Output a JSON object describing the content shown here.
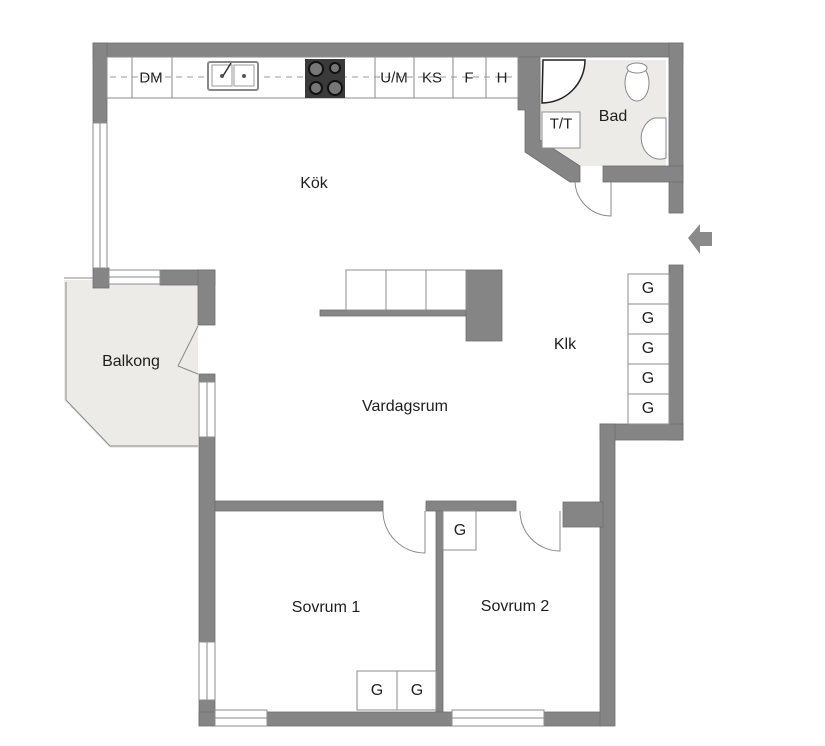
{
  "floorplan": {
    "rooms": [
      {
        "id": "kok",
        "label": "Kök"
      },
      {
        "id": "bad",
        "label": "Bad"
      },
      {
        "id": "balkong",
        "label": "Balkong"
      },
      {
        "id": "klk",
        "label": "Klk"
      },
      {
        "id": "vardagsrum",
        "label": "Vardagsrum"
      },
      {
        "id": "sovrum1",
        "label": "Sovrum 1"
      },
      {
        "id": "sovrum2",
        "label": "Sovrum 2"
      }
    ],
    "kitchen_units": [
      "DM",
      "U/M",
      "KS",
      "F",
      "H"
    ],
    "bath_units": [
      "T/T"
    ],
    "closets": {
      "hall": [
        "G",
        "G",
        "G",
        "G",
        "G"
      ],
      "sovrum1": [
        "G",
        "G"
      ],
      "sovrum2": [
        "G"
      ]
    },
    "entrance": "entrance-arrow",
    "colors": {
      "wall": "#858585",
      "wet_floor": "#ecebe8",
      "background": "#ffffff",
      "text": "#1e1e1e"
    }
  }
}
